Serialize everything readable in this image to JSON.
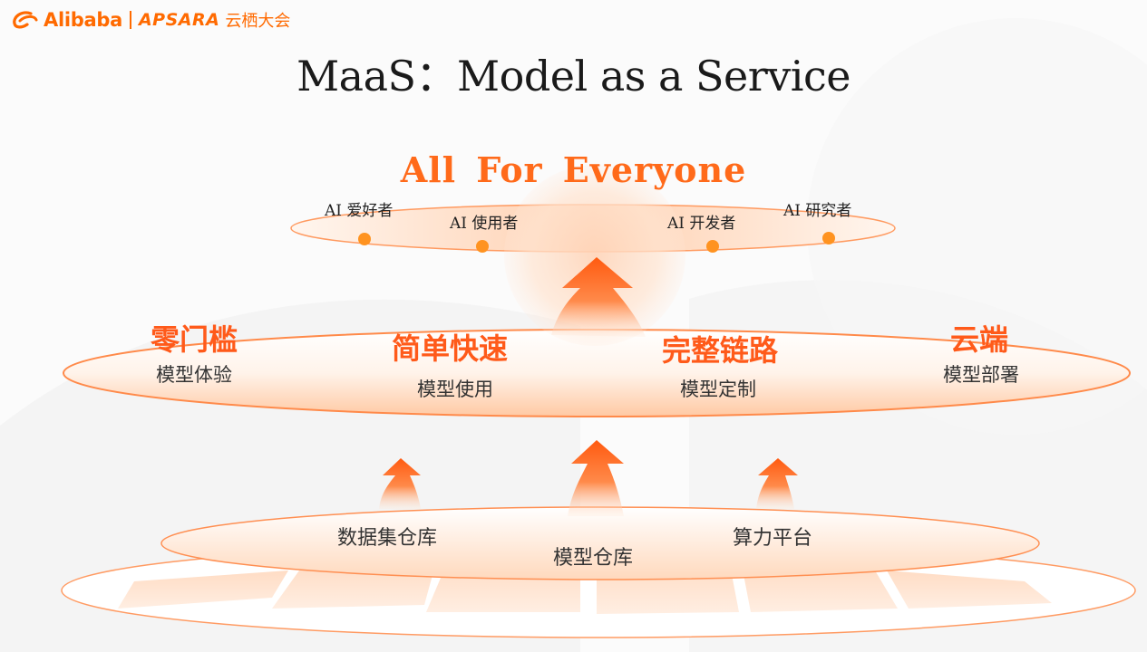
{
  "logo": {
    "mark_icon": "alibaba-swoosh-icon",
    "brand": "Alibaba",
    "product": "APSARA",
    "event": "云栖大会"
  },
  "title": "MaaS：Model as a Service",
  "tagline": "All For Everyone",
  "users": [
    "AI 爱好者",
    "AI 使用者",
    "AI 开发者",
    "AI 研究者"
  ],
  "features": [
    {
      "title": "零门槛",
      "subtitle": "模型体验"
    },
    {
      "title": "简单快速",
      "subtitle": "模型使用"
    },
    {
      "title": "完整链路",
      "subtitle": "模型定制"
    },
    {
      "title": "云端",
      "subtitle": "模型部署"
    }
  ],
  "foundation": [
    "数据集仓库",
    "模型仓库",
    "算力平台"
  ],
  "colors": {
    "accent": "#ff6a00",
    "tagline": "#ff6a1a",
    "feature_title": "#ff5a1a",
    "text": "#1a1a1a"
  }
}
